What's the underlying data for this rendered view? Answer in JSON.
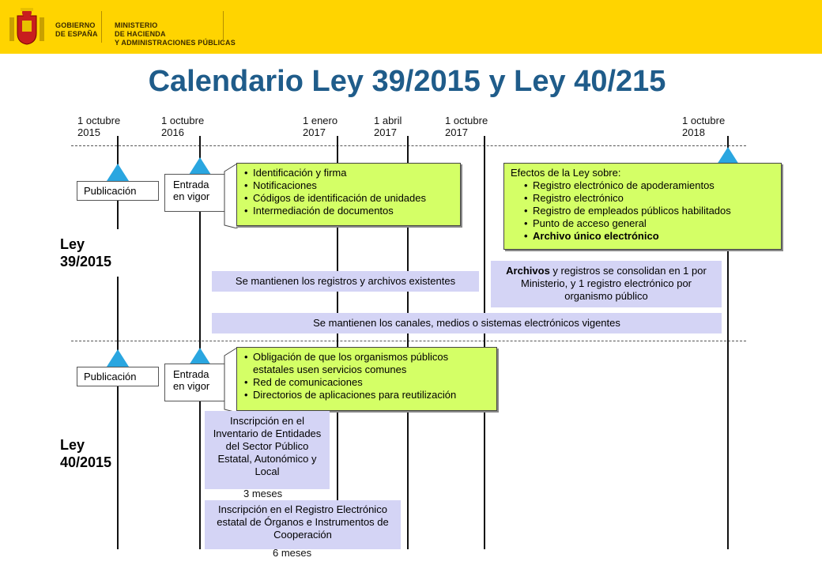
{
  "header": {
    "gov_line1": "GOBIERNO",
    "gov_line2": "DE ESPAÑA",
    "min_line1": "MINISTERIO",
    "min_line2": "DE HACIENDA",
    "min_line3": "Y ADMINISTRACIONES PÚBLICAS",
    "bg_color": "#ffd400"
  },
  "title": "Calendario Ley 39/2015 y Ley 40/215",
  "dates": [
    {
      "line1": "1 octubre",
      "line2": "2015"
    },
    {
      "line1": "1 octubre",
      "line2": "2016"
    },
    {
      "line1": "1 enero",
      "line2": "2017"
    },
    {
      "line1": "1 abril",
      "line2": "2017"
    },
    {
      "line1": "1 octubre",
      "line2": "2017"
    },
    {
      "line1": "1 octubre",
      "line2": "2018"
    }
  ],
  "ley39": {
    "label_line1": "Ley",
    "label_line2": "39/2015",
    "publicacion": "Publicación",
    "entrada_line1": "Entrada",
    "entrada_line2": "en vigor",
    "green_items": [
      "Identificación y firma",
      "Notificaciones",
      "Códigos de identificación de unidades",
      "Intermediación de documentos"
    ],
    "efectos_title": "Efectos de la Ley sobre:",
    "efectos_items": [
      "Registro electrónico de apoderamientos",
      "Registro electrónico",
      "Registro de empleados públicos habilitados",
      "Punto de acceso general",
      "Archivo único electrónico"
    ],
    "mantienen_registros": "Se mantienen los registros y archivos existentes",
    "archivos_bold": "Archivos",
    "archivos_rest": " y registros se consolidan en 1 por Ministerio, y 1 registro electrónico  por organismo público",
    "mantienen_canales": "Se mantienen los canales, medios o sistemas electrónicos vigentes"
  },
  "ley40": {
    "label_line1": "Ley",
    "label_line2": "40/2015",
    "publicacion": "Publicación",
    "entrada_line1": "Entrada",
    "entrada_line2": "en vigor",
    "green_items": [
      "Obligación de que los organismos públicos estatales usen servicios comunes",
      "Red de comunicaciones",
      "Directorios de aplicaciones para reutilización"
    ],
    "inventario": "Inscripción en el Inventario de Entidades del Sector Público Estatal, Autonómico y Local",
    "tres_meses": "3 meses",
    "registro_organos": "Inscripción en el Registro Electrónico estatal de Órganos e Instrumentos de Cooperación",
    "seis_meses": "6 meses"
  },
  "colors": {
    "title": "#1f5c8a",
    "triangle": "#2aa6e0",
    "green": "#d4ff66",
    "lavender": "#d4d4f5"
  }
}
